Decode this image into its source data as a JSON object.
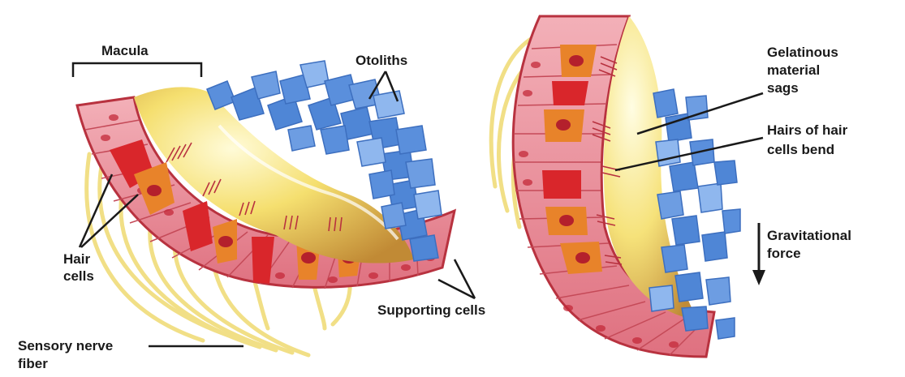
{
  "labels": {
    "macula": "Macula",
    "otoliths": "Otoliths",
    "hair_cells": [
      "Hair",
      "cells"
    ],
    "supporting_cells": "Supporting cells",
    "sensory_nerve_fiber": [
      "Sensory nerve",
      "fiber"
    ],
    "gelatinous": [
      "Gelatinous",
      "material",
      "sags"
    ],
    "hairs_bend": [
      "Hairs of hair",
      "cells bend"
    ],
    "gravitational_force": [
      "Gravitational",
      "force"
    ]
  },
  "colors": {
    "epithelium": "#e88a96",
    "cell_border": "#b8323f",
    "hair_cell": "#e8832a",
    "hair_cell_red": "#d9262b",
    "nucleus": "#c42a3a",
    "gel": "#f5e07a",
    "gel_dark": "#c4923a",
    "otolith": "#4f86d6",
    "otolith_light": "#8fb7ee",
    "nerve": "#f0dc7a"
  }
}
